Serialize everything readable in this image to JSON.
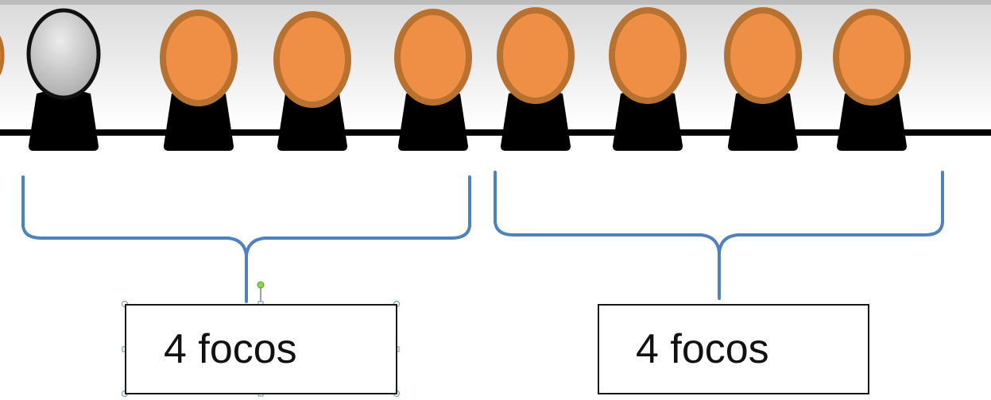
{
  "colors": {
    "bulb_on_fill": "#EE8F45",
    "bulb_on_stroke": "#B8712F",
    "bulb_off_fill": "#C8C8C8",
    "bulb_off_stroke": "#111111",
    "base": "#000000",
    "wire": "#000000",
    "brace": "#4F81BD",
    "top_band": "#E6E6E6"
  },
  "bulbs": [
    {
      "state": "off"
    },
    {
      "state": "on"
    },
    {
      "state": "on"
    },
    {
      "state": "on"
    },
    {
      "state": "on"
    },
    {
      "state": "on"
    },
    {
      "state": "on"
    },
    {
      "state": "on"
    }
  ],
  "groups": [
    {
      "label": "4 focos",
      "selected": true
    },
    {
      "label": "4 focos",
      "selected": false
    }
  ]
}
